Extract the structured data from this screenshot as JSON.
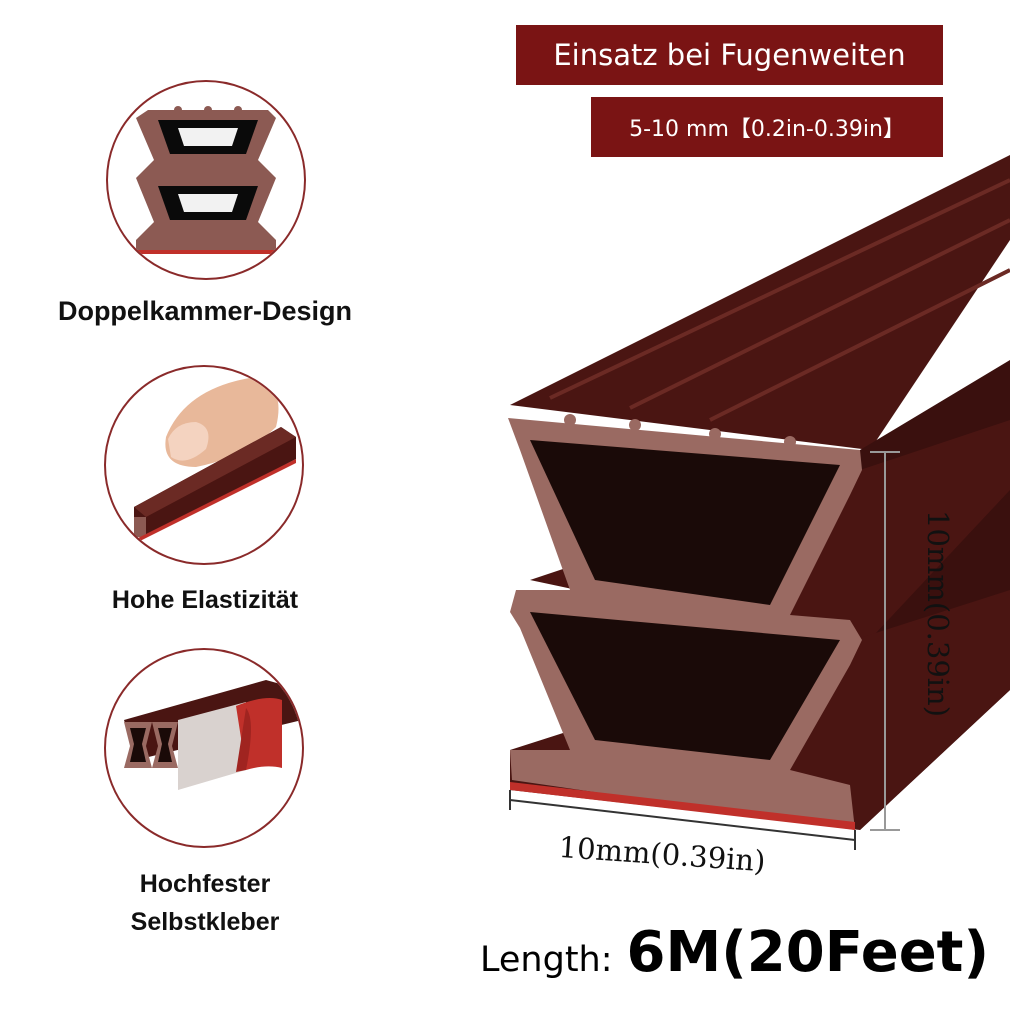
{
  "banners": {
    "usage_title": "Einsatz bei Fugenweiten",
    "gap_range": "5-10 mm【0.2in-0.39in】"
  },
  "features": [
    {
      "label": "Doppelkammer-Design"
    },
    {
      "label": "Hohe Elastizität"
    },
    {
      "label_line1": "Hochfester",
      "label_line2": "Selbstkleber"
    }
  ],
  "dimensions": {
    "width": "10mm(0.39in)",
    "height": "10mm(0.39in)"
  },
  "length": {
    "label": "Length:",
    "value": "6M(20Feet)"
  },
  "colors": {
    "brand_red": "#7a1414",
    "seal_brown": "#4a1512",
    "seal_profile": "#9a6a62",
    "adhesive_red": "#c0302a"
  }
}
